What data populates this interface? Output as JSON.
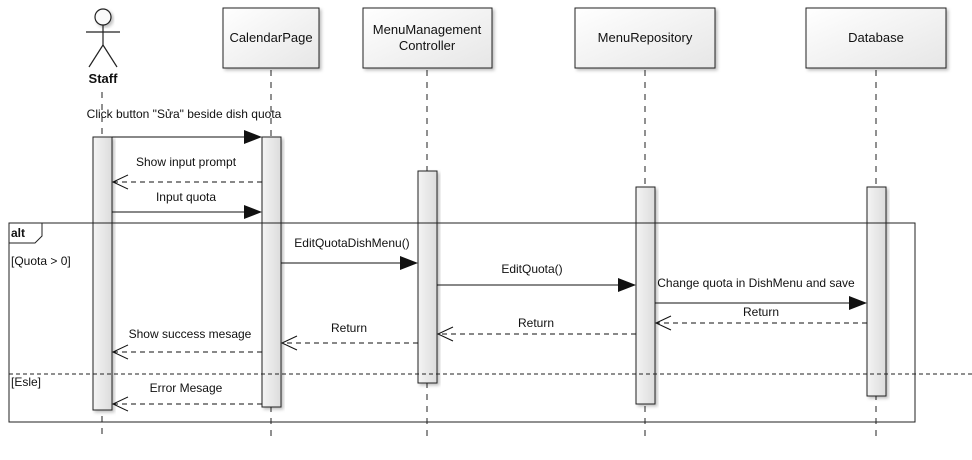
{
  "actor": {
    "name": "Staff"
  },
  "participants": [
    {
      "id": "calendar",
      "lines": [
        "CalendarPage"
      ]
    },
    {
      "id": "controller",
      "lines": [
        "MenuManagement",
        "Controller"
      ]
    },
    {
      "id": "repo",
      "lines": [
        "MenuRepository"
      ]
    },
    {
      "id": "db",
      "lines": [
        "Database"
      ]
    }
  ],
  "fragment": {
    "operator": "alt",
    "guard_then": "[Quota > 0]",
    "guard_else": "[Esle]"
  },
  "messages": [
    {
      "id": "m1",
      "text": "Click button \"Sửa\" beside dish quota",
      "type": "sync"
    },
    {
      "id": "m2",
      "text": "Show input prompt",
      "type": "return"
    },
    {
      "id": "m3",
      "text": "Input quota",
      "type": "sync"
    },
    {
      "id": "m4",
      "text": "EditQuotaDishMenu()",
      "type": "sync"
    },
    {
      "id": "m5",
      "text": "EditQuota()",
      "type": "sync"
    },
    {
      "id": "m6",
      "text": "Change quota in DishMenu and save",
      "type": "sync"
    },
    {
      "id": "m7",
      "text": "Return",
      "type": "return"
    },
    {
      "id": "m8",
      "text": "Return",
      "type": "return"
    },
    {
      "id": "m9",
      "text": "Return",
      "type": "return"
    },
    {
      "id": "m10",
      "text": "Show success mesage",
      "type": "return"
    },
    {
      "id": "m11",
      "text": "Error Mesage",
      "type": "return"
    }
  ]
}
